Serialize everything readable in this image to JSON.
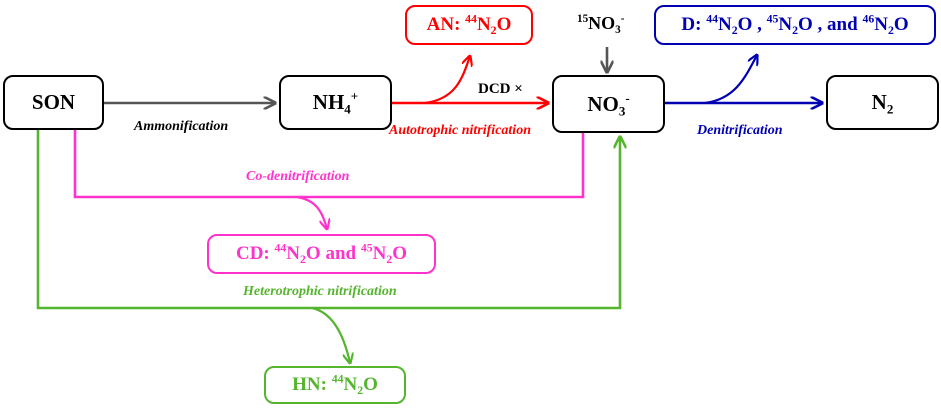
{
  "nodes": {
    "son": {
      "label": "SON"
    },
    "nh4": {
      "main": "NH",
      "sub": "4",
      "sup": "+"
    },
    "no3": {
      "main": "NO",
      "sub": "3",
      "sup": "-"
    },
    "n2": {
      "main": "N",
      "sub": "2"
    },
    "an": {
      "prefix": "AN: ",
      "iso": "44",
      "n": "N",
      "sub": "2",
      "o": "O"
    },
    "d": {
      "prefix": "D: ",
      "iso1": "44",
      "iso2": "45",
      "iso3": "46",
      "n": "N",
      "sub": "2",
      "o": "O",
      "sep": " , ",
      "and": " , and "
    },
    "cd": {
      "prefix": "CD: ",
      "iso1": "44",
      "iso2": "45",
      "n": "N",
      "sub": "2",
      "o": "O",
      "and": " and "
    },
    "hn": {
      "prefix": "HN: ",
      "iso": "44",
      "n": "N",
      "sub": "2",
      "o": "O"
    }
  },
  "labels": {
    "ammonification": "Ammonification",
    "autotrophic": "Autotrophic nitrification",
    "denitrification": "Denitrification",
    "co_denitrification": "Co-denitrification",
    "heterotrophic": "Heterotrophic nitrification",
    "dcd": "DCD ×",
    "tracer_iso": "15",
    "tracer_main": "NO",
    "tracer_sub": "3",
    "tracer_sup": "-"
  },
  "colors": {
    "ammonification": "#555555",
    "autotrophic": "#ff0000",
    "denitrification": "#0000b3",
    "co_denitrification": "#ff33cc",
    "heterotrophic": "#55b52e",
    "tracer": "#555555"
  }
}
